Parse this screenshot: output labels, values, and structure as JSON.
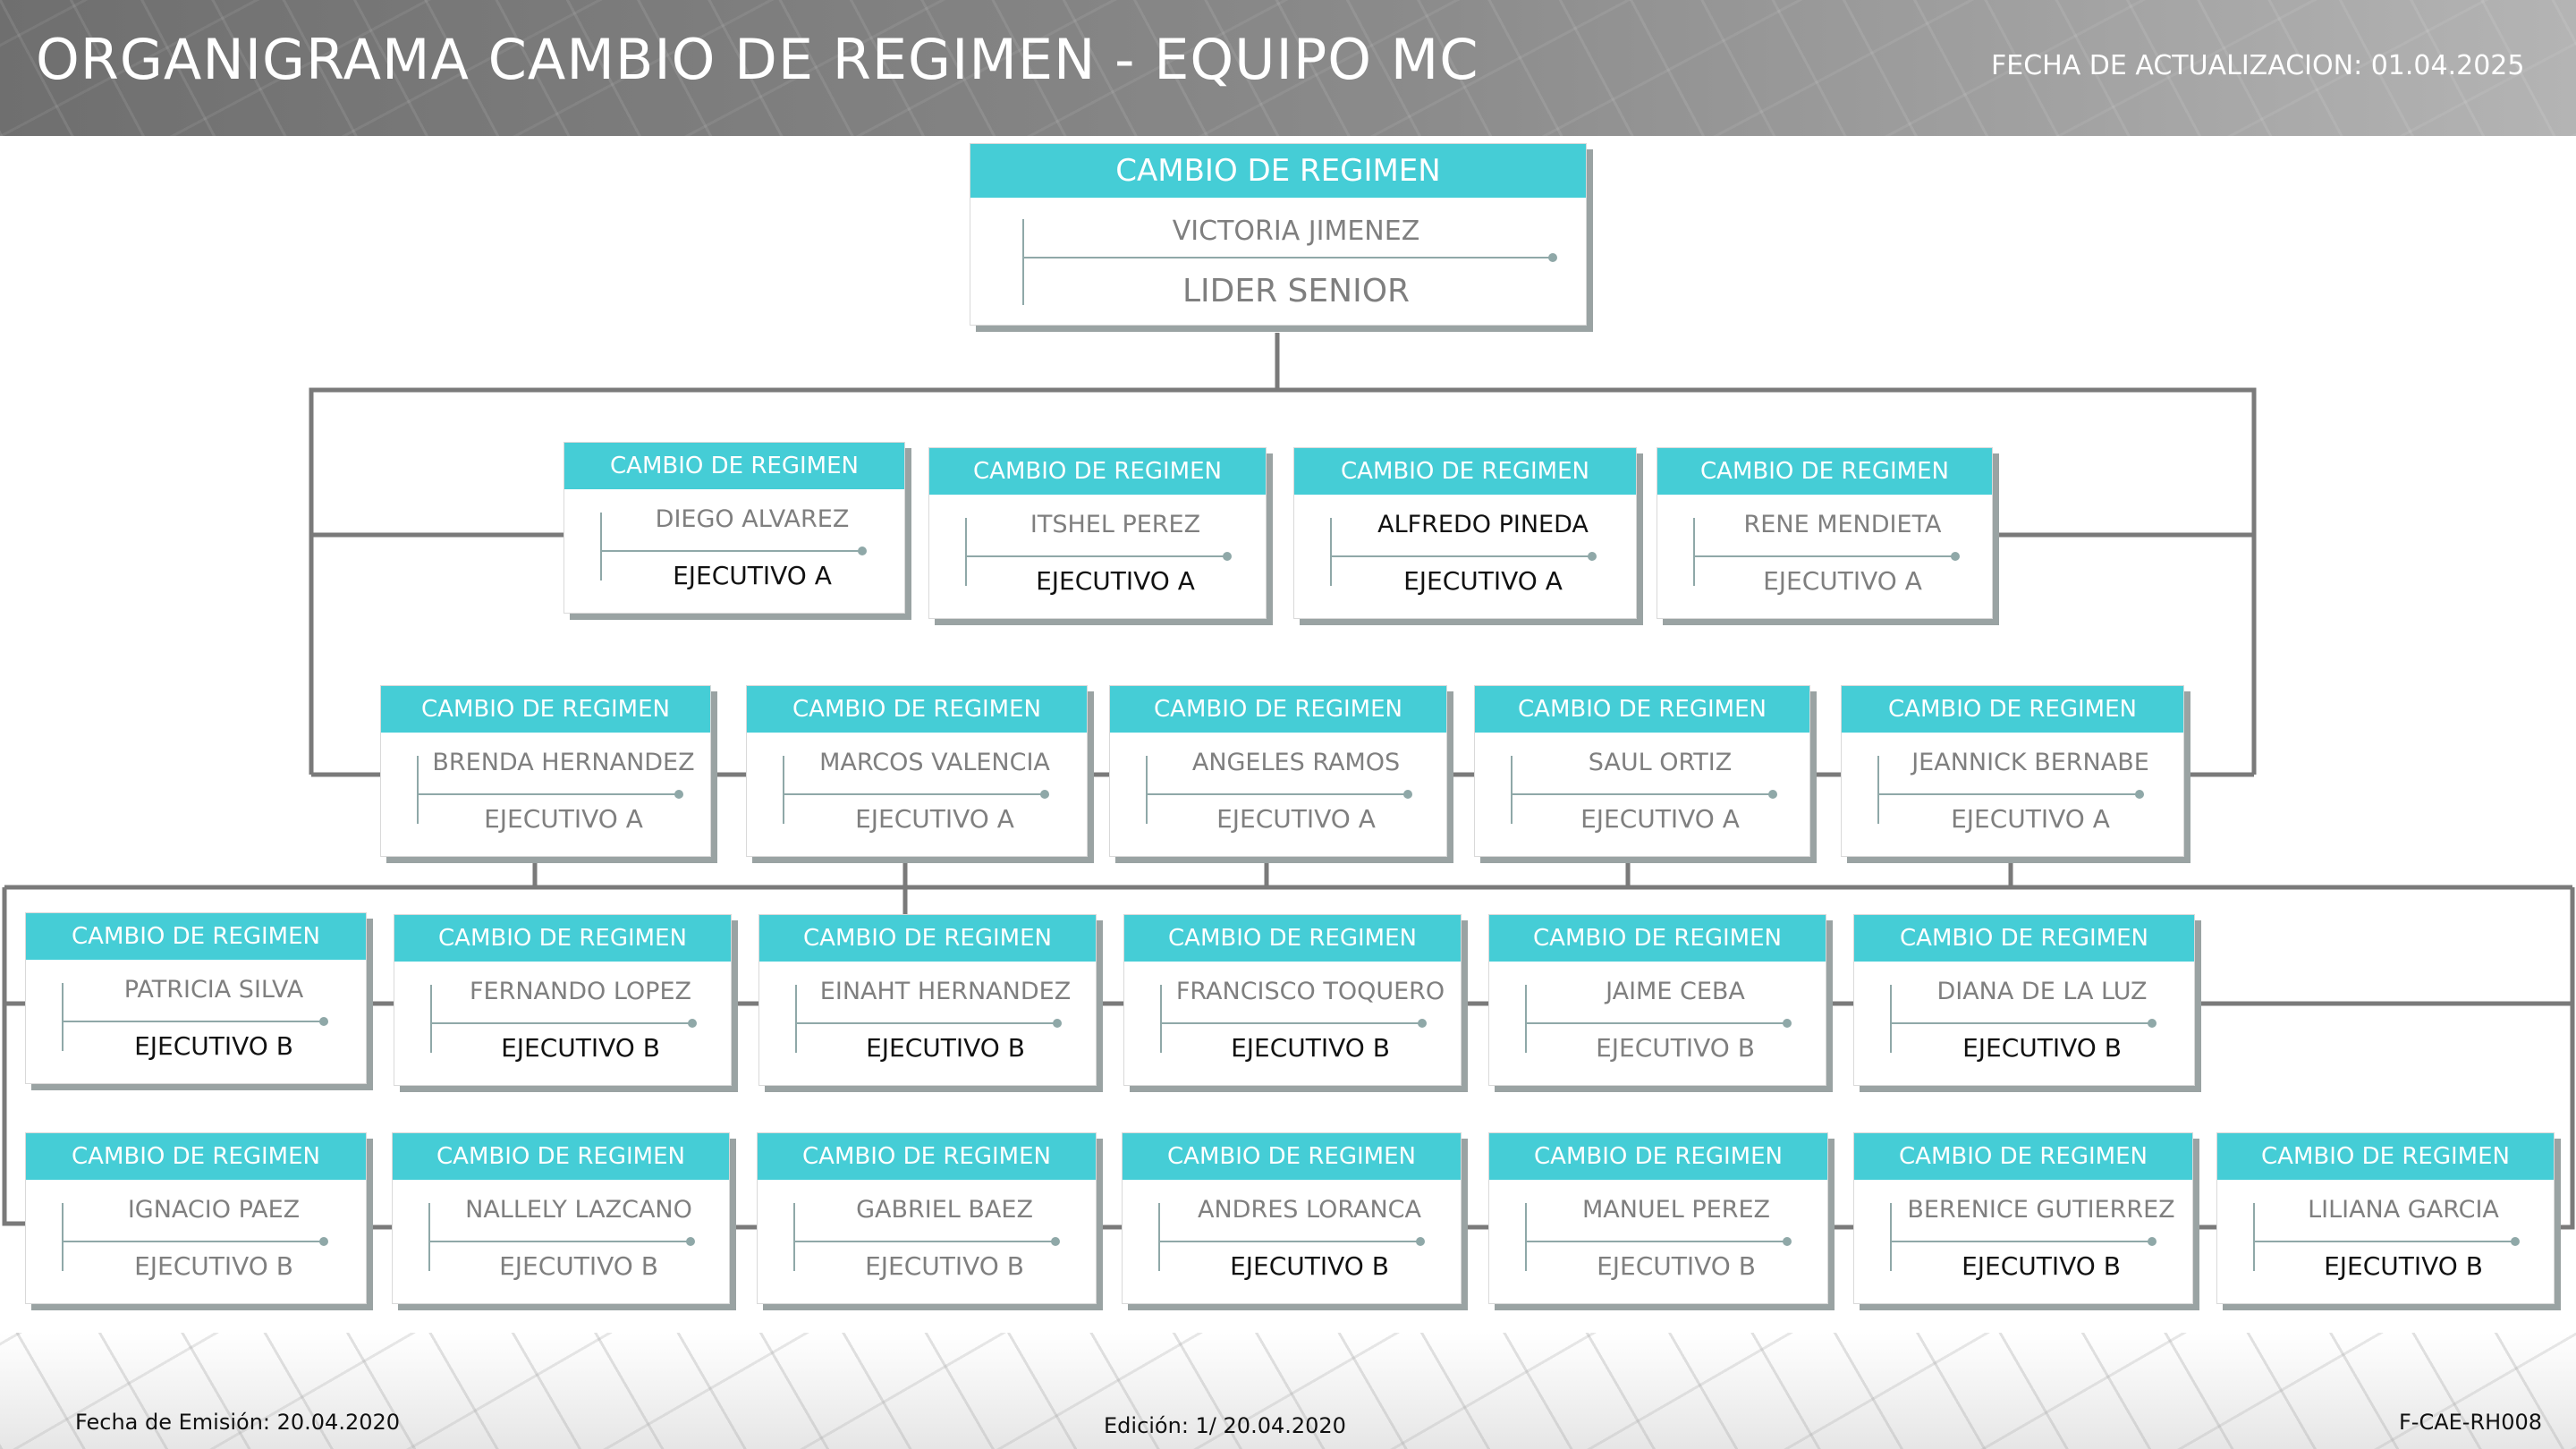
{
  "header": {
    "title": "ORGANIGRAMA CAMBIO DE REGIMEN -  EQUIPO MC",
    "updated": "FECHA DE ACTUALIZACION:  01.04.2025"
  },
  "nodes": {
    "leader": {
      "header": "CAMBIO DE REGIMEN",
      "name": "VICTORIA JIMENEZ",
      "role": "LIDER SENIOR"
    },
    "r1": [
      {
        "header": "CAMBIO DE REGIMEN",
        "name": "DIEGO ALVAREZ",
        "role": "EJECUTIVO A"
      },
      {
        "header": "CAMBIO DE REGIMEN",
        "name": "ITSHEL PEREZ",
        "role": "EJECUTIVO A"
      },
      {
        "header": "CAMBIO DE REGIMEN",
        "name": "ALFREDO PINEDA",
        "role": "EJECUTIVO A"
      },
      {
        "header": "CAMBIO DE REGIMEN",
        "name": "RENE MENDIETA",
        "role": "EJECUTIVO A"
      }
    ],
    "r2": [
      {
        "header": "CAMBIO DE REGIMEN",
        "name": "BRENDA HERNANDEZ",
        "role": "EJECUTIVO A"
      },
      {
        "header": "CAMBIO DE REGIMEN",
        "name": "MARCOS VALENCIA",
        "role": "EJECUTIVO A"
      },
      {
        "header": "CAMBIO DE REGIMEN",
        "name": "ANGELES RAMOS",
        "role": "EJECUTIVO A"
      },
      {
        "header": "CAMBIO DE REGIMEN",
        "name": "SAUL ORTIZ",
        "role": "EJECUTIVO A"
      },
      {
        "header": "CAMBIO DE REGIMEN",
        "name": "JEANNICK BERNABE",
        "role": "EJECUTIVO A"
      }
    ],
    "r3": [
      {
        "header": "CAMBIO DE REGIMEN",
        "name": "PATRICIA SILVA",
        "role": "EJECUTIVO B"
      },
      {
        "header": "CAMBIO DE REGIMEN",
        "name": "FERNANDO LOPEZ",
        "role": "EJECUTIVO B"
      },
      {
        "header": "CAMBIO DE REGIMEN",
        "name": "EINAHT HERNANDEZ",
        "role": "EJECUTIVO B"
      },
      {
        "header": "CAMBIO DE REGIMEN",
        "name": "FRANCISCO TOQUERO",
        "role": "EJECUTIVO B"
      },
      {
        "header": "CAMBIO DE REGIMEN",
        "name": "JAIME CEBA",
        "role": "EJECUTIVO B"
      },
      {
        "header": "CAMBIO DE REGIMEN",
        "name": "DIANA DE LA LUZ",
        "role": "EJECUTIVO B"
      }
    ],
    "r4": [
      {
        "header": "CAMBIO DE REGIMEN",
        "name": "IGNACIO PAEZ",
        "role": "EJECUTIVO B"
      },
      {
        "header": "CAMBIO DE REGIMEN",
        "name": "NALLELY LAZCANO",
        "role": "EJECUTIVO B"
      },
      {
        "header": "CAMBIO DE REGIMEN",
        "name": "GABRIEL BAEZ",
        "role": "EJECUTIVO B"
      },
      {
        "header": "CAMBIO DE REGIMEN",
        "name": "ANDRES LORANCA",
        "role": "EJECUTIVO B"
      },
      {
        "header": "CAMBIO DE REGIMEN",
        "name": "MANUEL PEREZ",
        "role": "EJECUTIVO B"
      },
      {
        "header": "CAMBIO DE REGIMEN",
        "name": "BERENICE GUTIERREZ",
        "role": "EJECUTIVO B"
      },
      {
        "header": "CAMBIO DE REGIMEN",
        "name": "LILIANA GARCIA",
        "role": "EJECUTIVO B"
      }
    ]
  },
  "footer": {
    "emission": "Fecha de Emisión: 20.04.2020",
    "edition": "Edición: 1/ 20.04.2020",
    "code": "F-CAE-RH008"
  }
}
